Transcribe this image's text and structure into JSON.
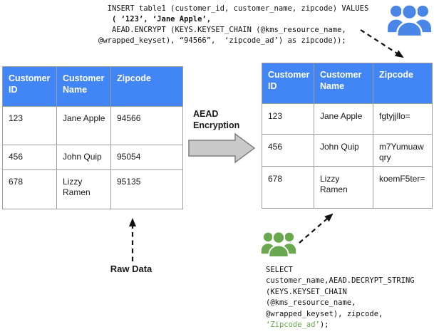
{
  "colors": {
    "header_blue": "#4285f4",
    "icon_blue": "#4a86e8",
    "icon_green": "#6aa84f",
    "highlight_green": "#6aa84f",
    "arrow_gray": "#c9c9c9",
    "arrow_gray_border": "#808080"
  },
  "insert_code": {
    "lines": [
      "  INSERT table1 (customer_id, customer_name, zipcode) VALUES",
      "   ( ‘123’, ‘Jane Apple’,",
      "   AEAD.ENCRYPT (KEYS.KEYSET_CHAIN (@kms_resource_name,",
      "@wrapped_keyset), “94566”,  ‘zipcode_ad’) as zipcode));"
    ]
  },
  "select_code": {
    "lines": [
      "SELECT",
      "customer_name,AEAD.DECRYPT_STRING",
      "(KEYS.KEYSET_CHAIN",
      "(@kms_resource_name,",
      "@wrapped_keyset), zipcode,"
    ],
    "highlight": "‘Zipcode_ad’",
    "suffix": ");"
  },
  "tables": {
    "left": {
      "headers": [
        "Customer ID",
        "Customer Name",
        "Zipcode"
      ],
      "rows": [
        [
          "123",
          "Jane Apple",
          "94566"
        ],
        [
          "456",
          "John Quip",
          "95054"
        ],
        [
          "678",
          "Lizzy Ramen",
          "95135"
        ]
      ]
    },
    "right": {
      "headers": [
        "Customer ID",
        "Customer Name",
        "Zipcode"
      ],
      "rows": [
        [
          "123",
          "Jane Apple",
          "fgtyjjllo="
        ],
        [
          "456",
          "John Quip",
          "m7Yumuawqry"
        ],
        [
          "678",
          "Lizzy Ramen",
          "koemF5ter="
        ]
      ]
    }
  },
  "flow": {
    "aead_label": "AEAD Encryption",
    "raw_data_label": "Raw Data"
  },
  "icons": {
    "top_right": "users-group-icon-blue",
    "bottom": "users-group-icon-green"
  }
}
